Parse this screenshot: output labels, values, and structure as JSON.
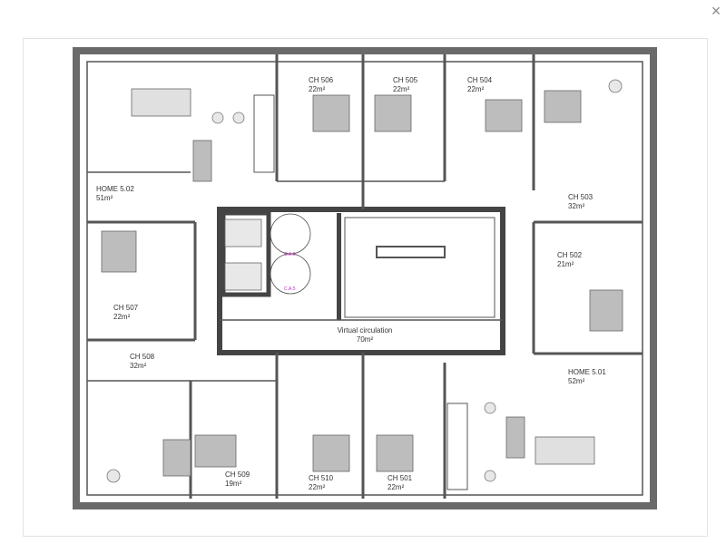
{
  "viewer": {
    "close_icon": "×"
  },
  "plan": {
    "rooms": [
      {
        "name": "CH 506",
        "area": "22m²"
      },
      {
        "name": "CH 505",
        "area": "22m²"
      },
      {
        "name": "CH 504",
        "area": "22m²"
      },
      {
        "name": "HOME 5.02",
        "area": "51m²"
      },
      {
        "name": "CH 503",
        "area": "32m²"
      },
      {
        "name": "CH 502",
        "area": "21m²"
      },
      {
        "name": "CH 507",
        "area": "22m²"
      },
      {
        "name": "Virtual circulation",
        "area": "70m²"
      },
      {
        "name": "CH 508",
        "area": "32m²"
      },
      {
        "name": "HOME 5.01",
        "area": "52m²"
      },
      {
        "name": "CH 509",
        "area": "19m²"
      },
      {
        "name": "CH 510",
        "area": "22m²"
      },
      {
        "name": "CH 501",
        "area": "22m²"
      }
    ],
    "lift_labels": [
      "C.A.6",
      "C.A.5"
    ]
  }
}
